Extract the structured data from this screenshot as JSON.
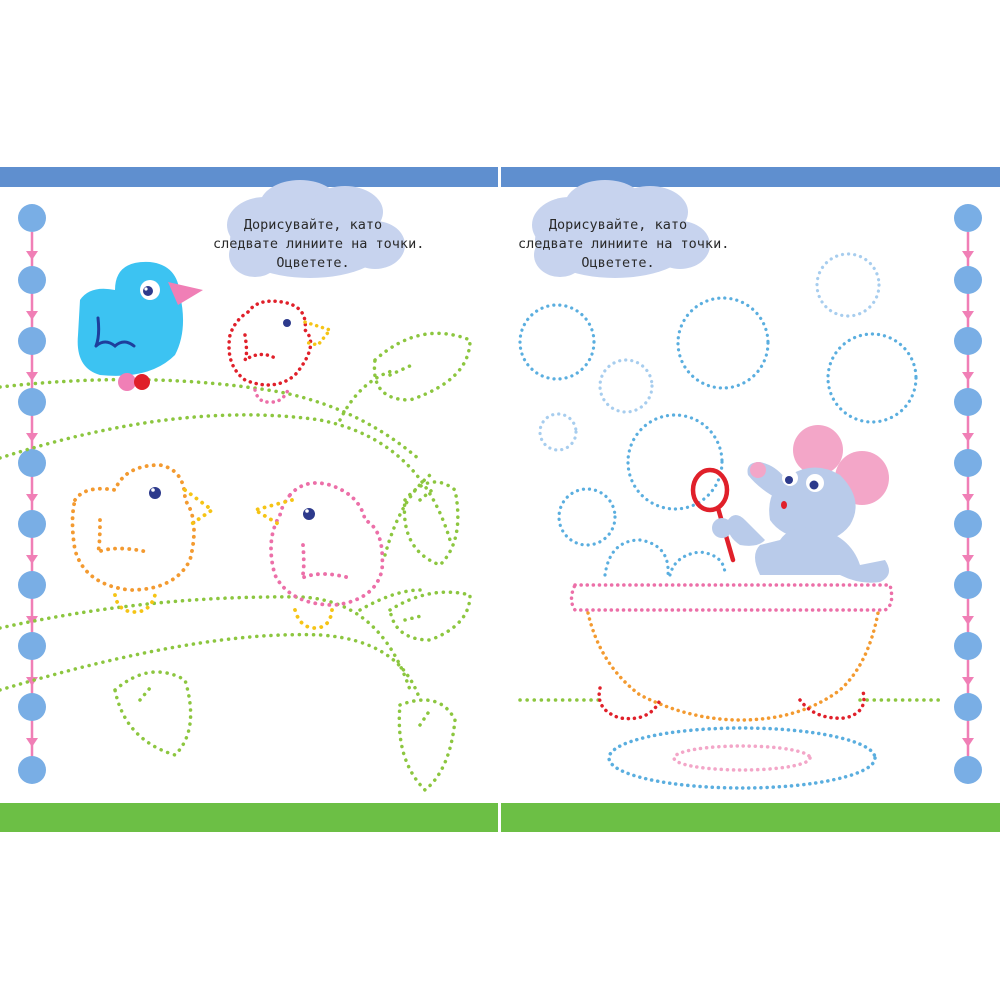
{
  "left_page": {
    "instruction": {
      "line1": "Дорисувайте, като",
      "line2": "следвате линиите на точки.",
      "line3": "Оцветете."
    }
  },
  "right_page": {
    "instruction": {
      "line1": "Дорисувайте, като",
      "line2": "следвате линиите на точки.",
      "line3": "Оцветете."
    }
  },
  "colors": {
    "top_band": "#5f8fcf",
    "bottom_band": "#6cbf45",
    "cloud": "#c7d3ee",
    "side_dot": "#79aee5",
    "arrow": "#f07fb6",
    "branch_green": "#8cc63f",
    "dot_orange": "#f39a30",
    "dot_pink": "#ec6fa8",
    "dot_red": "#e0202a",
    "dot_yellow": "#f5c415",
    "bubble_blue": "#5aaedf",
    "bird_blue": "#3cc3f2",
    "mouse_blue": "#b9cbea"
  },
  "icons": [
    "bird",
    "chick",
    "mouse",
    "bubble-wand",
    "bathtub",
    "bubble",
    "cloud",
    "arrow-down"
  ]
}
